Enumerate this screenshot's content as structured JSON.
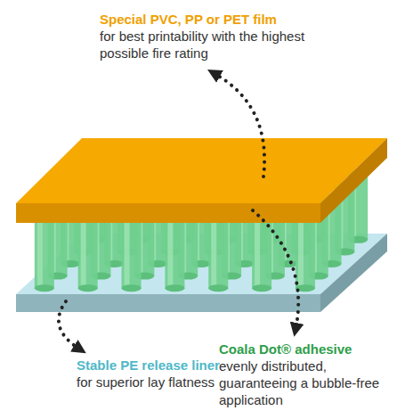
{
  "diagram": {
    "labels": [
      "Special PVC, PP or PET film",
      "for best printability with the highest possible fire rating",
      "Stable PE release liner",
      "for superior lay flatness",
      "Coala Dot® adhesive",
      "evenly distributed, guaranteeing a bubble-free application"
    ]
  }
}
